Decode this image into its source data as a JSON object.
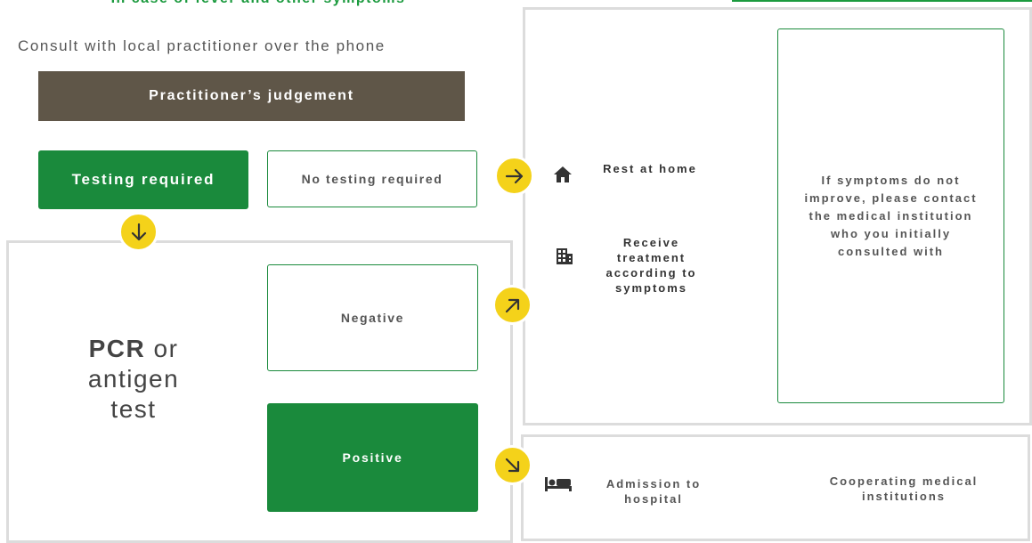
{
  "header": {
    "banner": "In case of fever and other symptoms",
    "consult_text": "Consult with local practitioner over the phone",
    "judgement": "Practitioner’s judgement"
  },
  "decision": {
    "testing_required": "Testing required",
    "no_testing_required": "No testing required"
  },
  "test": {
    "pcr_bold": "PCR",
    "pcr_rest_1": "or",
    "pcr_rest_2": "antigen",
    "pcr_rest_3": "test",
    "negative": "Negative",
    "positive": "Positive"
  },
  "outcomes": {
    "rest_home": "Rest at home",
    "receive_treatment": "Receive treatment according to symptoms",
    "if_symptoms": "If symptoms do not improve, please contact the medical institution who you initially consulted with",
    "admission": "Admission to hospital",
    "cooperating": "Cooperating medical institutions"
  },
  "icons": {
    "arrow_right": "arrow-right-icon",
    "arrow_down": "arrow-down-icon",
    "arrow_up_right": "arrow-up-right-icon",
    "arrow_down_right": "arrow-down-right-icon",
    "home": "home-icon",
    "hospital": "hospital-building-icon",
    "bed": "bed-icon"
  },
  "colors": {
    "green": "#1a8a3c",
    "brown": "#5f5648",
    "yellow": "#f4d21a",
    "panel_border": "#dcdcdc"
  }
}
